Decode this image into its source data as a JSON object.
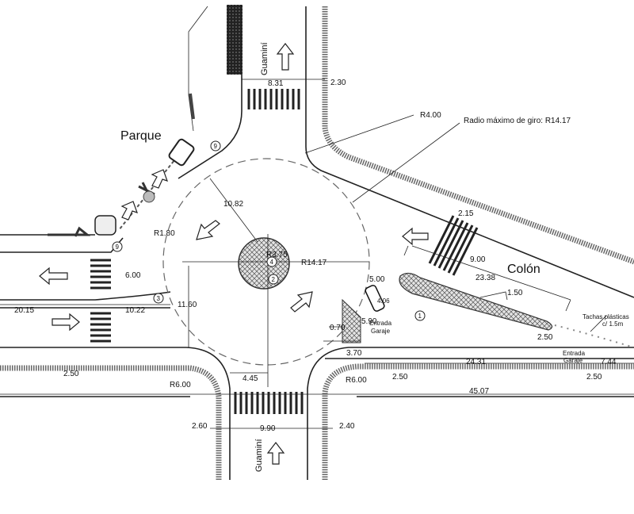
{
  "labels": {
    "guamini_top": "Guaminí",
    "guamini_bottom": "Guaminí",
    "parque": "Parque",
    "colon": "Colón",
    "radio_giro": "Radio máximo de giro: R14.17",
    "entrada_garaje_1a": "Entrada",
    "entrada_garaje_1b": "Garaje",
    "entrada_garaje_2a": "Entrada",
    "entrada_garaje_2b": "Garaje",
    "tachas_a": "Tachas plásticas",
    "tachas_b": "c/ 1.5m"
  },
  "dimensions": {
    "d_8_31": "8.31",
    "d_2_30": "2.30",
    "d_r4_00": "R4.00",
    "d_10_82": "10.82",
    "d_r1_80": "R1.80",
    "d_6_00": "6.00",
    "d_r3_75": "R3.75",
    "d_r14_17": "R14.17",
    "d_20_15": "20.15",
    "d_10_22": "10.22",
    "d_11_60": "11.60",
    "d_2_15": "2.15",
    "d_9_00": "9.00",
    "d_23_38": "23.38",
    "d_1_50": "1.50",
    "d_5_00": "5.00",
    "d_4_06": "4.06",
    "d_0_70": "0.70",
    "d_5_90": "5.90",
    "d_3_70": "3.70",
    "d_2_50_a": "2.50",
    "d_24_31": "24.31",
    "d_7_44": "7.44",
    "d_2_50_b": "2.50",
    "d_2_50_c": "2.50",
    "d_2_50_d": "2.50",
    "d_r6_00_a": "R6.00",
    "d_r6_00_b": "R6.00",
    "d_4_45": "4.45",
    "d_45_07": "45.07",
    "d_2_60": "2.60",
    "d_9_90": "9.90",
    "d_2_40": "2.40"
  },
  "markers": {
    "m1": "1",
    "m2": "2",
    "m3": "3",
    "m4": "4",
    "m9a": "9",
    "m9b": "9"
  }
}
